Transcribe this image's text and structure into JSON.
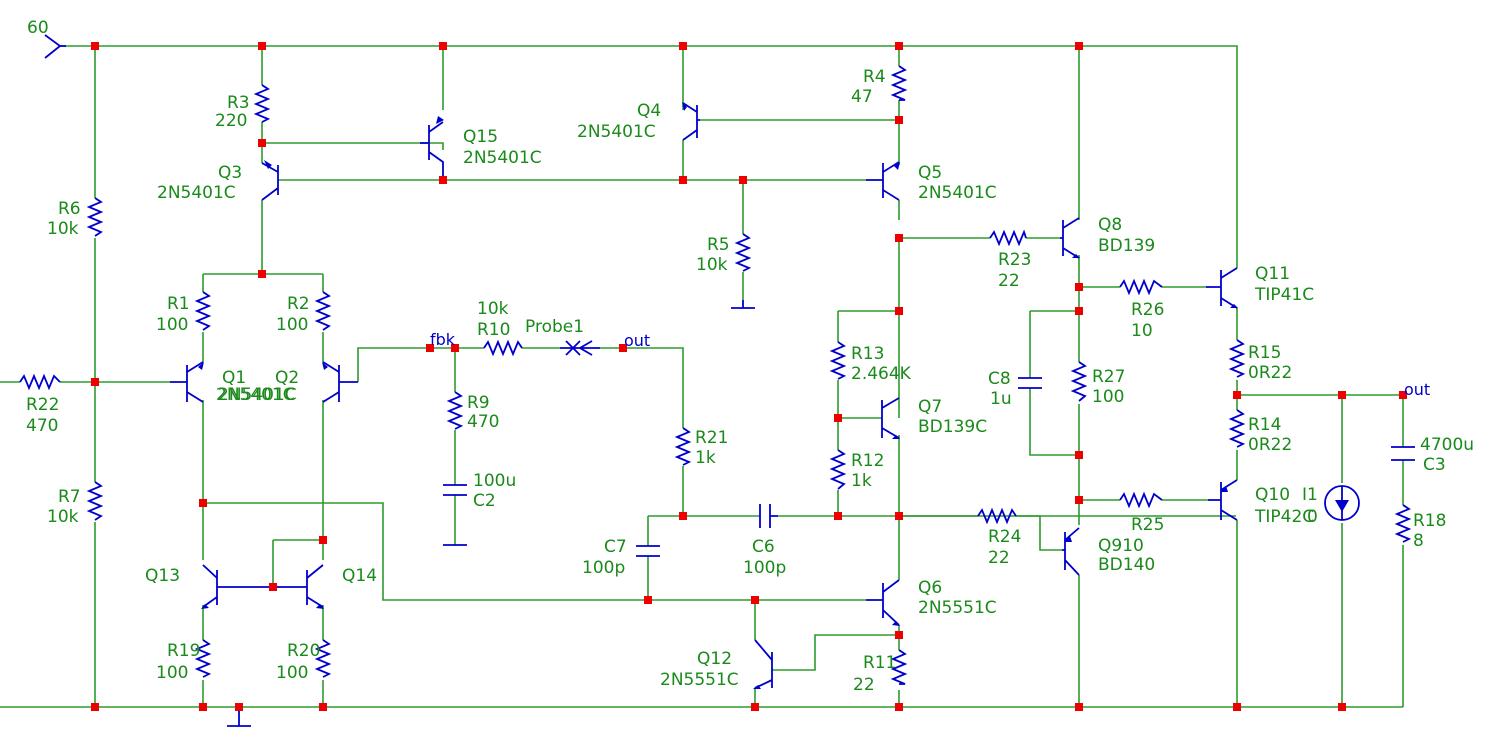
{
  "nets": {
    "supply": "60",
    "fbk": "fbk",
    "out_probe": "out",
    "out_load": "out"
  },
  "components": [
    {
      "ref": "R3",
      "value": "220"
    },
    {
      "ref": "R6",
      "value": "10k"
    },
    {
      "ref": "R7",
      "value": "10k"
    },
    {
      "ref": "R22",
      "value": "470"
    },
    {
      "ref": "R1",
      "value": "100"
    },
    {
      "ref": "R2",
      "value": "100"
    },
    {
      "ref": "Q1",
      "value": "2N5401C"
    },
    {
      "ref": "Q2",
      "value": "2N5401C"
    },
    {
      "ref": "Q3",
      "value": "2N5401C"
    },
    {
      "ref": "Q15",
      "value": "2N5401C"
    },
    {
      "ref": "Q4",
      "value": "2N5401C"
    },
    {
      "ref": "Q5",
      "value": "2N5401C"
    },
    {
      "ref": "R4",
      "value": "47"
    },
    {
      "ref": "R5",
      "value": "10k"
    },
    {
      "ref": "R10",
      "value": "10k"
    },
    {
      "ref": "Probe1",
      "value": ""
    },
    {
      "ref": "R9",
      "value": "470"
    },
    {
      "ref": "C2",
      "value": "100u"
    },
    {
      "ref": "R21",
      "value": "1k"
    },
    {
      "ref": "C7",
      "value": "100p"
    },
    {
      "ref": "C6",
      "value": "100p"
    },
    {
      "ref": "R13",
      "value": "2.464K"
    },
    {
      "ref": "R12",
      "value": "1k"
    },
    {
      "ref": "Q7",
      "value": "BD139C"
    },
    {
      "ref": "Q6",
      "value": "2N5551C"
    },
    {
      "ref": "Q12",
      "value": "2N5551C"
    },
    {
      "ref": "R11",
      "value": "22"
    },
    {
      "ref": "Q13",
      "value": ""
    },
    {
      "ref": "Q14",
      "value": ""
    },
    {
      "ref": "R19",
      "value": "100"
    },
    {
      "ref": "R20",
      "value": "100"
    },
    {
      "ref": "R23",
      "value": "22"
    },
    {
      "ref": "Q8",
      "value": "BD139"
    },
    {
      "ref": "R26",
      "value": "10"
    },
    {
      "ref": "C8",
      "value": "1u"
    },
    {
      "ref": "R27",
      "value": "100"
    },
    {
      "ref": "R24",
      "value": "22"
    },
    {
      "ref": "Q910",
      "value": "BD140"
    },
    {
      "ref": "R25",
      "value": ""
    },
    {
      "ref": "Q11",
      "value": "TIP41C"
    },
    {
      "ref": "Q10",
      "value": "TIP42C"
    },
    {
      "ref": "R15",
      "value": "0R22"
    },
    {
      "ref": "R14",
      "value": "0R22"
    },
    {
      "ref": "I1",
      "value": "0"
    },
    {
      "ref": "C3",
      "value": "4700u"
    },
    {
      "ref": "R18",
      "value": "8"
    }
  ]
}
